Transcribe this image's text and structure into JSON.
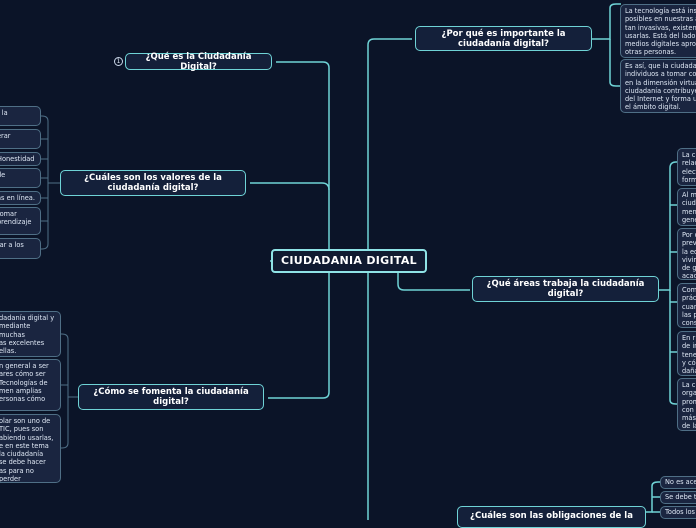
{
  "root": {
    "label": "CIUDADANIA DIGITAL"
  },
  "topics": {
    "que_es": {
      "label": "¿Qué es la Ciudadanía Digital?",
      "badge": "1"
    },
    "por_que": {
      "label": "¿Por qué es importante la ciudadanía digital?"
    },
    "valores": {
      "label": "¿Cuáles son los valores de la ciudadanía digital?"
    },
    "areas": {
      "label": "¿Qué áreas trabaja la ciudadanía digital?"
    },
    "fomenta": {
      "label": "¿Cómo se fomenta la ciudadanía digital?"
    },
    "obligaciones": {
      "label": "¿Cuáles son las obligaciones de la"
    }
  },
  "leaves": {
    "por_que": [
      "La tecnología está inse\nposibles en nuestras a\ntan invasivas, existen\nusarlas. Está del lado\nmedios digitales aprop\notras personas.",
      "Es así, que la ciudadan\nindividuos a tomar con\nen la dimensión virtual\nciudadanía contribuye\ndel Internet y forma u\nel ámbito digital."
    ],
    "valores": [
      "r la",
      "erar",
      "Honestidad",
      "de",
      "as en línea.",
      "tomar\nprendizaje",
      "tar a los"
    ],
    "areas": [
      "La c\nrelac\nelect\nform",
      "Al m\nciuda\nmen\ngene",
      "Por c\nprev\nla ed\nvivim\nde g\nacad",
      "Com\npráct\ncuan\nlas p\ncons",
      "En r\nde ir\ntene\ny cói\ndaña",
      "La ci\norga\nprom\ncon\nmás\nde la"
    ],
    "fomenta": [
      "dadanía digital y\nmediante\nmuchas\nas excelentes\nellas.",
      "n general a ser\nares cómo ser\nTecnologías de\nmen amplias\nersonas cómo",
      "olar son uno de\nTIC, pues son\nabiendo usarlas,\ne en este tema\nla ciudadanía\nse debe hacer\nas para no perder"
    ],
    "obligaciones": [
      "No es ace",
      "Se debe t",
      "Todos los"
    ]
  }
}
